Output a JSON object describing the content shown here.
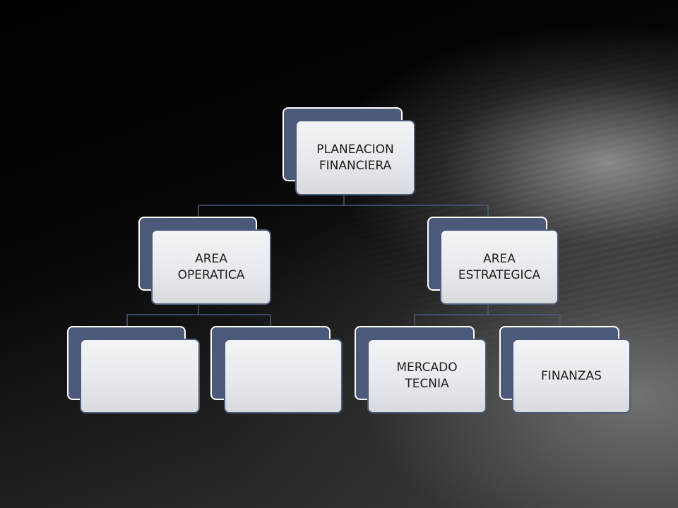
{
  "diagram": {
    "root": {
      "label": "PLANEACION\nFINANCIERA"
    },
    "left_branch": {
      "label": "AREA\nOPERATICA"
    },
    "right_branch": {
      "label": "AREA\nESTRATEGICA"
    },
    "leaf_1": {
      "label": ""
    },
    "leaf_2": {
      "label": ""
    },
    "leaf_3": {
      "label": "MERCADO\nTECNIA"
    },
    "leaf_4": {
      "label": "FINANZAS"
    }
  },
  "colors": {
    "node_back": "#4b5a7a",
    "node_front": "#eceef2",
    "connector": "#4b5a7a"
  }
}
